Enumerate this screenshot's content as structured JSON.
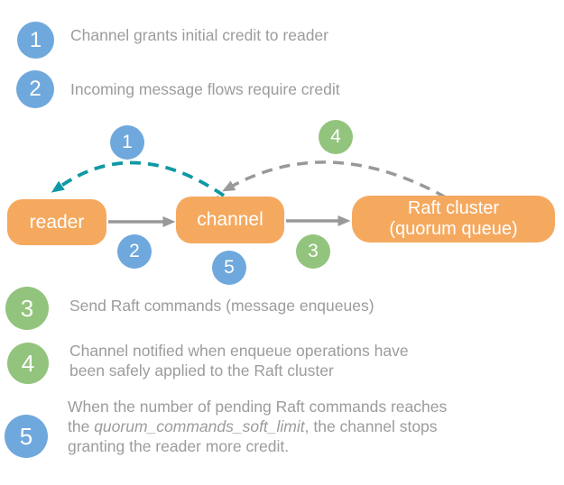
{
  "palette": {
    "badge_blue": "#6FA8DC",
    "badge_green": "#93C47D",
    "node_orange": "#F5A95F",
    "arrow_gray": "#999999",
    "arrow_teal": "#0E98A5",
    "legend_text_gray": "#9C9C9C",
    "label_white": "#FFFFFF"
  },
  "legend_top": [
    {
      "num": "1",
      "text": "Channel grants initial credit to reader"
    },
    {
      "num": "2",
      "text": "Incoming message flows require credit"
    }
  ],
  "diagram": {
    "nodes": {
      "reader": {
        "label": "reader"
      },
      "channel": {
        "label": "channel"
      },
      "raft": {
        "line1": "Raft cluster",
        "line2": "(quorum queue)"
      }
    },
    "badges": {
      "credit_grant": "1",
      "incoming_flow": "2",
      "send_commands": "3",
      "applied_notify": "4",
      "soft_limit": "5"
    },
    "arrows": {
      "reader_to_channel": "solid-gray",
      "channel_to_raft": "solid-gray",
      "channel_to_reader_credit": "dashed-teal",
      "raft_to_channel_notify": "dashed-gray"
    }
  },
  "legend_bottom": {
    "item3": {
      "num": "3",
      "text": "Send Raft commands (message enqueues)"
    },
    "item4": {
      "num": "4",
      "line1": "Channel notified when enqueue operations have",
      "line2": "been safely applied to the Raft cluster"
    },
    "item5": {
      "num": "5",
      "line1": "When the number of pending Raft commands reaches",
      "line2_pre": "the ",
      "line2_italic": "quorum_commands_soft_limit",
      "line2_post": ", the channel stops",
      "line3": "granting the reader more credit."
    }
  }
}
